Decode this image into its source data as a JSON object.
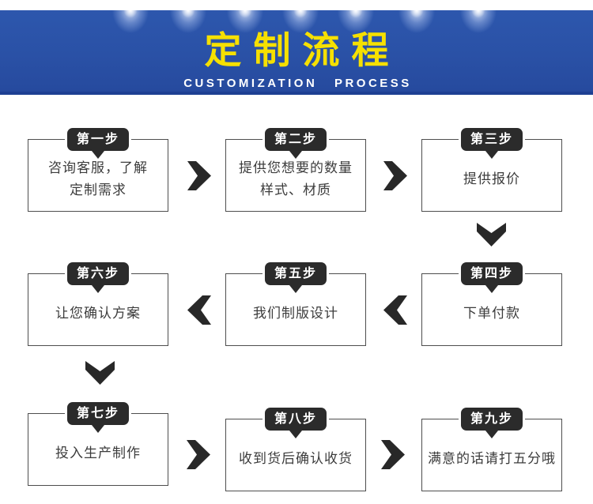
{
  "banner": {
    "title": "定制流程",
    "subtitle": "CUSTOMIZATION PROCESS",
    "bg_color": "#2a51a6",
    "title_color": "#f6e000",
    "subtitle_color": "#ffffff"
  },
  "steps": [
    {
      "badge": "第一步",
      "lines": [
        "咨询客服，了解",
        "定制需求"
      ]
    },
    {
      "badge": "第二步",
      "lines": [
        "提供您想要的数量",
        "样式、材质"
      ]
    },
    {
      "badge": "第三步",
      "lines": [
        "提供报价"
      ]
    },
    {
      "badge": "第四步",
      "lines": [
        "下单付款"
      ]
    },
    {
      "badge": "第五步",
      "lines": [
        "我们制版设计"
      ]
    },
    {
      "badge": "第六步",
      "lines": [
        "让您确认方案"
      ]
    },
    {
      "badge": "第七步",
      "lines": [
        "投入生产制作"
      ]
    },
    {
      "badge": "第八步",
      "lines": [
        "收到货后确认收货"
      ]
    },
    {
      "badge": "第九步",
      "lines": [
        "满意的话请打五分哦"
      ]
    }
  ],
  "flow_arrows": [
    {
      "from": "第一步",
      "to": "第二步",
      "direction": "right"
    },
    {
      "from": "第二步",
      "to": "第三步",
      "direction": "right"
    },
    {
      "from": "第三步",
      "to": "第四步",
      "direction": "down"
    },
    {
      "from": "第四步",
      "to": "第五步",
      "direction": "left"
    },
    {
      "from": "第五步",
      "to": "第六步",
      "direction": "left"
    },
    {
      "from": "第六步",
      "to": "第七步",
      "direction": "down"
    },
    {
      "from": "第七步",
      "to": "第八步",
      "direction": "right"
    },
    {
      "from": "第八步",
      "to": "第九步",
      "direction": "right"
    }
  ],
  "colors": {
    "badge_bg": "#2b2b2b",
    "arrow": "#282828",
    "box_border": "#4e4e4e",
    "box_text": "#3c3c3c"
  }
}
